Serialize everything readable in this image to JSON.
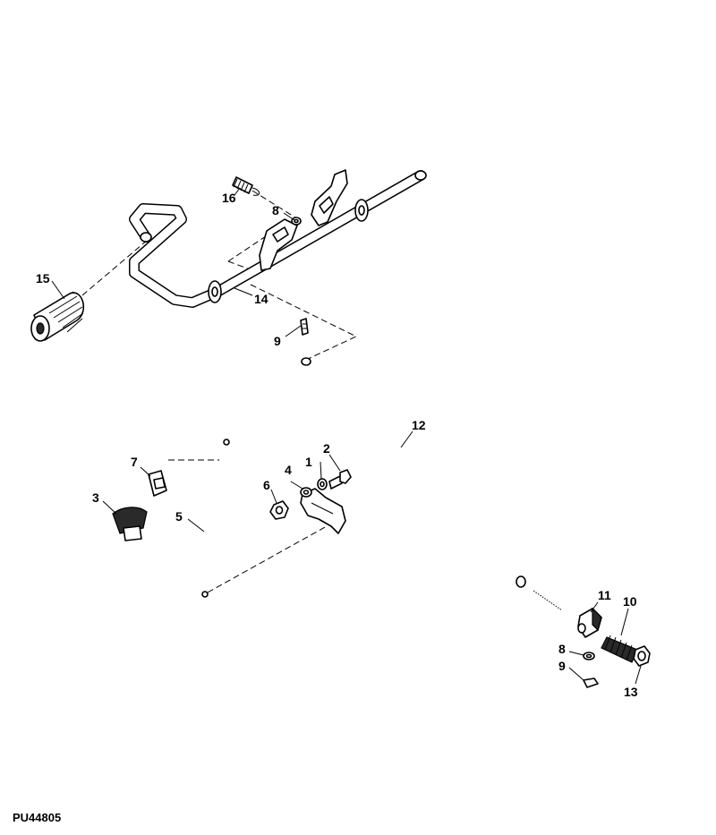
{
  "figure_id": "PU44805",
  "callouts": {
    "c1": "1",
    "c2": "2",
    "c3": "3",
    "c4": "4",
    "c5": "5",
    "c6": "6",
    "c7": "7",
    "c8a": "8",
    "c8b": "8",
    "c9a": "9",
    "c9b": "9",
    "c10": "10",
    "c11": "11",
    "c12": "12",
    "c13": "13",
    "c14": "14",
    "c15": "15",
    "c16": "16"
  }
}
